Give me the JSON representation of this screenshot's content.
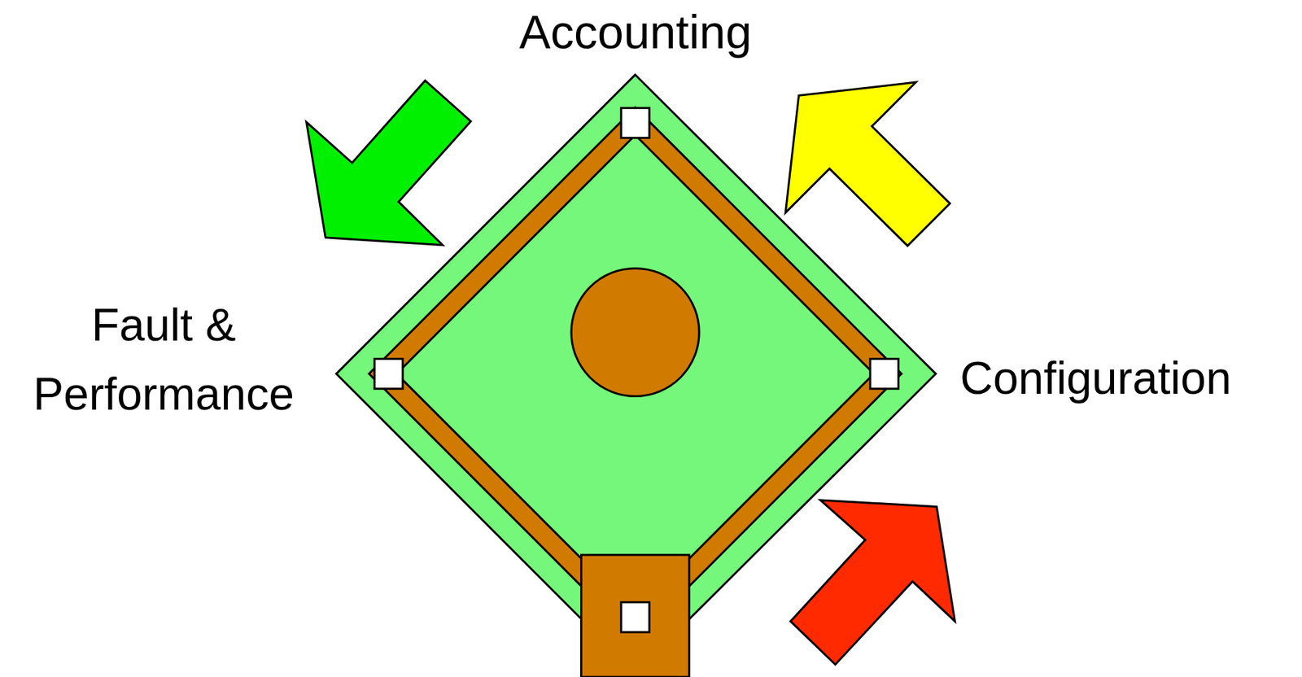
{
  "diagram": {
    "labels": [
      "Accounting",
      "Configuration",
      "Fault & Performance"
    ]
  }
}
